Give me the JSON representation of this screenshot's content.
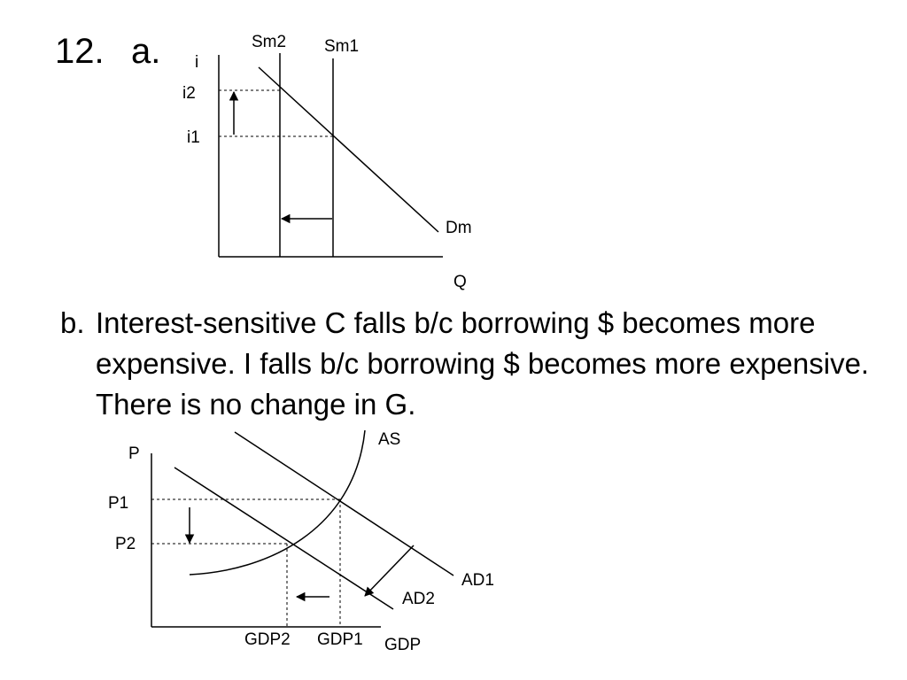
{
  "question": {
    "number": "12.",
    "part_a": "a."
  },
  "money_market": {
    "y_axis": "i",
    "x_axis": "Q",
    "supply_labels": [
      "Sm2",
      "Sm1"
    ],
    "demand_label": "Dm",
    "rate_labels": [
      "i2",
      "i1"
    ]
  },
  "part_b": {
    "label": "b.",
    "text": "Interest-sensitive C falls b/c borrowing $ becomes more expensive.  I falls b/c borrowing $ becomes more expensive.  There is no change in G."
  },
  "ad_as": {
    "y_axis": "P",
    "x_axis": "GDP",
    "supply_label": "AS",
    "demand_labels": [
      "AD1",
      "AD2"
    ],
    "price_labels": [
      "P1",
      "P2"
    ],
    "output_labels": [
      "GDP2",
      "GDP1"
    ]
  }
}
